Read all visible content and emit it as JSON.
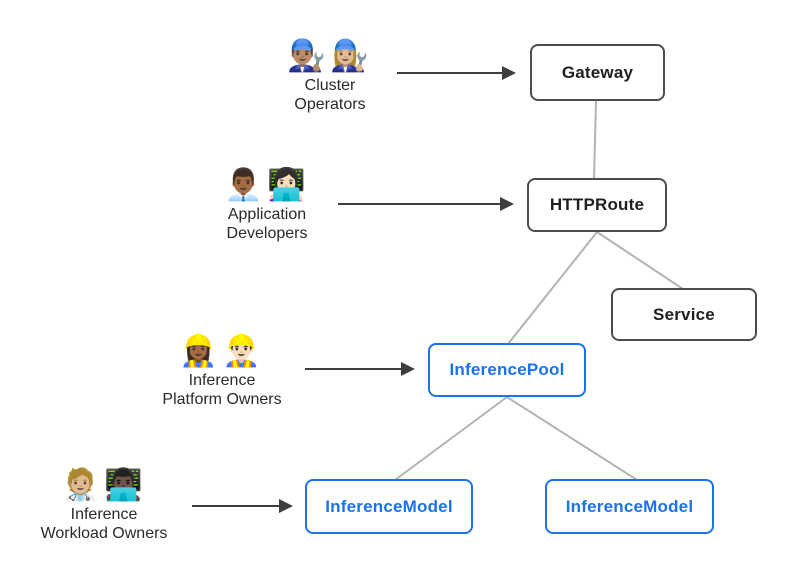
{
  "diagram": {
    "actors": [
      {
        "id": "cluster-operators",
        "emojis": "👨🏽‍🔧👩🏼‍🔧",
        "label_lines": [
          "Cluster",
          "Operators"
        ]
      },
      {
        "id": "application-developers",
        "emojis": "👨🏾‍💼👩🏻‍💻",
        "label_lines": [
          "Application",
          "Developers"
        ]
      },
      {
        "id": "inference-platform-owners",
        "emojis": "👷🏾‍♀️👷🏻‍♂️",
        "label_lines": [
          "Inference",
          "Platform Owners"
        ]
      },
      {
        "id": "inference-workload-owners",
        "emojis": "🧑🏼‍⚕️👨🏿‍💻",
        "label_lines": [
          "Inference",
          "Workload Owners"
        ]
      }
    ],
    "nodes": [
      {
        "id": "gateway",
        "label": "Gateway",
        "variant": "gray"
      },
      {
        "id": "httproute",
        "label": "HTTPRoute",
        "variant": "gray"
      },
      {
        "id": "service",
        "label": "Service",
        "variant": "gray"
      },
      {
        "id": "inferencepool",
        "label": "InferencePool",
        "variant": "blue"
      },
      {
        "id": "inferencemodel-1",
        "label": "InferenceModel",
        "variant": "blue"
      },
      {
        "id": "inferencemodel-2",
        "label": "InferenceModel",
        "variant": "blue"
      }
    ],
    "edges": [
      {
        "from": "gateway",
        "to": "httproute",
        "style": "plain"
      },
      {
        "from": "httproute",
        "to": "inferencepool",
        "style": "plain"
      },
      {
        "from": "httproute",
        "to": "service",
        "style": "plain"
      },
      {
        "from": "inferencepool",
        "to": "inferencemodel-1",
        "style": "plain"
      },
      {
        "from": "inferencepool",
        "to": "inferencemodel-2",
        "style": "plain"
      },
      {
        "from": "cluster-operators",
        "to": "gateway",
        "style": "arrow"
      },
      {
        "from": "application-developers",
        "to": "httproute",
        "style": "arrow"
      },
      {
        "from": "inference-platform-owners",
        "to": "inferencepool",
        "style": "arrow"
      },
      {
        "from": "inference-workload-owners",
        "to": "inferencemodel-1",
        "style": "arrow"
      }
    ],
    "colors": {
      "gray_node_border": "#4d4d4d",
      "gray_node_text": "#1f1f1f",
      "blue_accent": "#1a73e8",
      "connector_line": "#b3b3b3",
      "arrow_line": "#3d3d3d",
      "background": "#ffffff"
    }
  }
}
